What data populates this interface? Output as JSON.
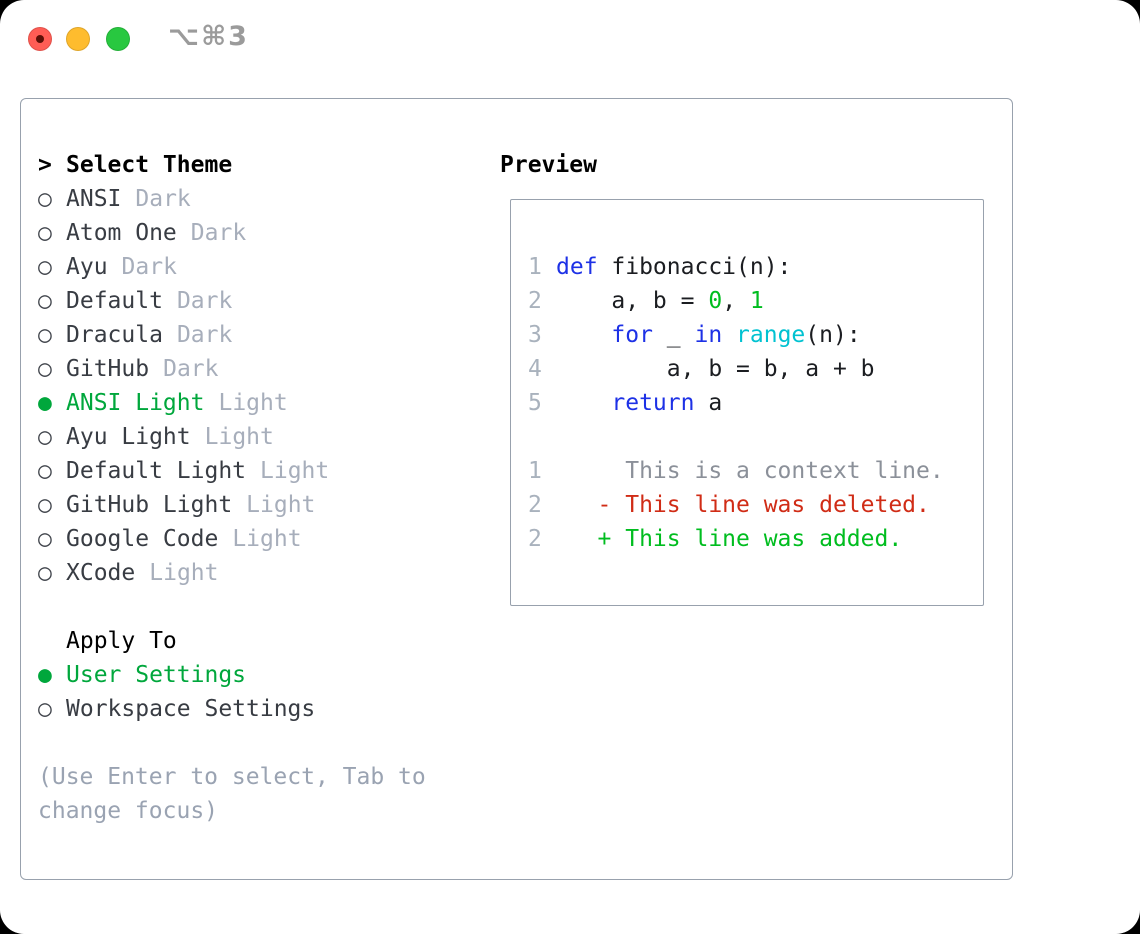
{
  "titlebar": {
    "shortcut": "⌥⌘3"
  },
  "glyphs": {
    "title_prefix": ">",
    "radio_on": "●",
    "radio_off": "○"
  },
  "select_theme": {
    "title": "Select Theme",
    "items": [
      {
        "name": "ANSI",
        "tag": "Dark",
        "selected": false
      },
      {
        "name": "Atom One",
        "tag": "Dark",
        "selected": false
      },
      {
        "name": "Ayu",
        "tag": "Dark",
        "selected": false
      },
      {
        "name": "Default",
        "tag": "Dark",
        "selected": false
      },
      {
        "name": "Dracula",
        "tag": "Dark",
        "selected": false
      },
      {
        "name": "GitHub",
        "tag": "Dark",
        "selected": false
      },
      {
        "name": "ANSI Light",
        "tag": "Light",
        "selected": true
      },
      {
        "name": "Ayu Light",
        "tag": "Light",
        "selected": false
      },
      {
        "name": "Default Light",
        "tag": "Light",
        "selected": false
      },
      {
        "name": "GitHub Light",
        "tag": "Light",
        "selected": false
      },
      {
        "name": "Google Code",
        "tag": "Light",
        "selected": false
      },
      {
        "name": "XCode",
        "tag": "Light",
        "selected": false
      }
    ]
  },
  "apply_to": {
    "title": "Apply To",
    "options": [
      {
        "name": "User Settings",
        "selected": true
      },
      {
        "name": "Workspace Settings",
        "selected": false
      }
    ]
  },
  "help": {
    "line1": "(Use Enter to select, Tab to",
    "line2": "change focus)"
  },
  "preview": {
    "title": "Preview",
    "code": [
      {
        "num": "1",
        "segments": [
          {
            "text": "def",
            "style": "kw"
          },
          {
            "text": " fibonacci(n):",
            "style": "plain"
          }
        ]
      },
      {
        "num": "2",
        "segments": [
          {
            "text": "    a, b = ",
            "style": "plain"
          },
          {
            "text": "0",
            "style": "num"
          },
          {
            "text": ", ",
            "style": "plain"
          },
          {
            "text": "1",
            "style": "num"
          }
        ]
      },
      {
        "num": "3",
        "segments": [
          {
            "text": "    ",
            "style": "plain"
          },
          {
            "text": "for",
            "style": "kw"
          },
          {
            "text": " _ ",
            "style": "plain"
          },
          {
            "text": "in",
            "style": "kw"
          },
          {
            "text": " ",
            "style": "plain"
          },
          {
            "text": "range",
            "style": "fn"
          },
          {
            "text": "(n):",
            "style": "plain"
          }
        ]
      },
      {
        "num": "4",
        "segments": [
          {
            "text": "        a, b = b, a + b",
            "style": "plain"
          }
        ]
      },
      {
        "num": "5",
        "segments": [
          {
            "text": "    ",
            "style": "plain"
          },
          {
            "text": "return",
            "style": "kw"
          },
          {
            "text": " a",
            "style": "plain"
          }
        ]
      }
    ],
    "diff": [
      {
        "num": "1",
        "text": "     This is a context line.",
        "style": "ctx"
      },
      {
        "num": "2",
        "text": "   - This line was deleted.",
        "style": "del"
      },
      {
        "num": "2",
        "text": "   + This line was added.",
        "style": "add"
      }
    ]
  },
  "colors": {
    "selection_green": "#00a73c",
    "keyword_blue": "#1d31e6",
    "function_cyan": "#00c2d1",
    "number_green": "#00bd1f",
    "added_green": "#00bd1f",
    "deleted_red": "#d02c16",
    "context_gray": "#8b9099",
    "line_number_gray": "#a9b2bd",
    "tag_gray": "#a7aebb",
    "help_gray": "#9aa3b2",
    "border_gray": "#98a1ad",
    "traffic_red": "#ff5d55",
    "traffic_yellow": "#febc2e",
    "traffic_green": "#28c840"
  }
}
